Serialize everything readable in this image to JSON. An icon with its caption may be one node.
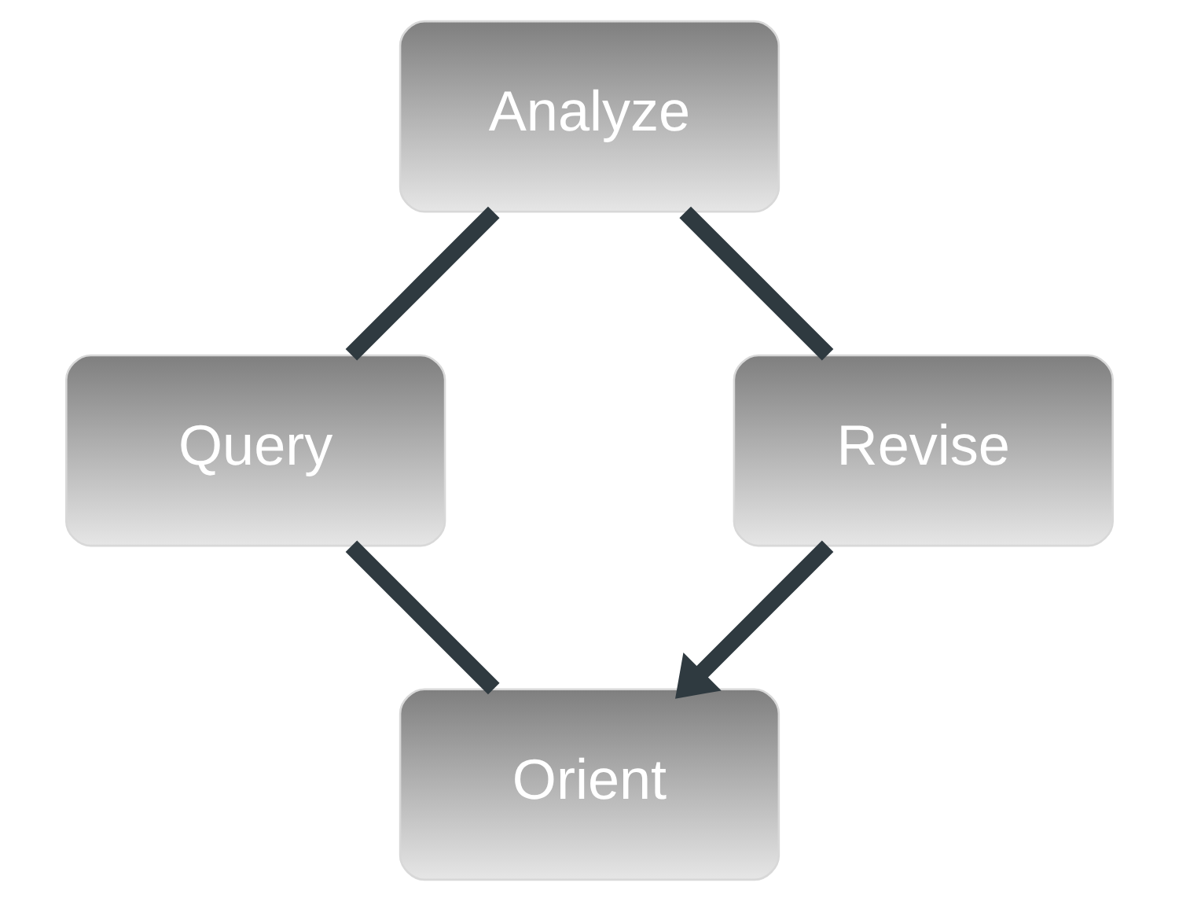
{
  "diagram": {
    "nodes": [
      {
        "text": [
          "Orient"
        ]
      },
      {
        "text": [
          "Query"
        ]
      },
      {
        "text": [
          "Analyze"
        ]
      },
      {
        "text": [
          "Revise"
        ]
      }
    ],
    "edges": [
      {
        "from": 0,
        "to": 1,
        "arrow": "none"
      },
      {
        "from": 1,
        "to": 2,
        "arrow": "none"
      },
      {
        "from": 2,
        "to": 3,
        "arrow": "none"
      },
      {
        "from": 3,
        "to": 0,
        "arrow": "to"
      }
    ]
  }
}
